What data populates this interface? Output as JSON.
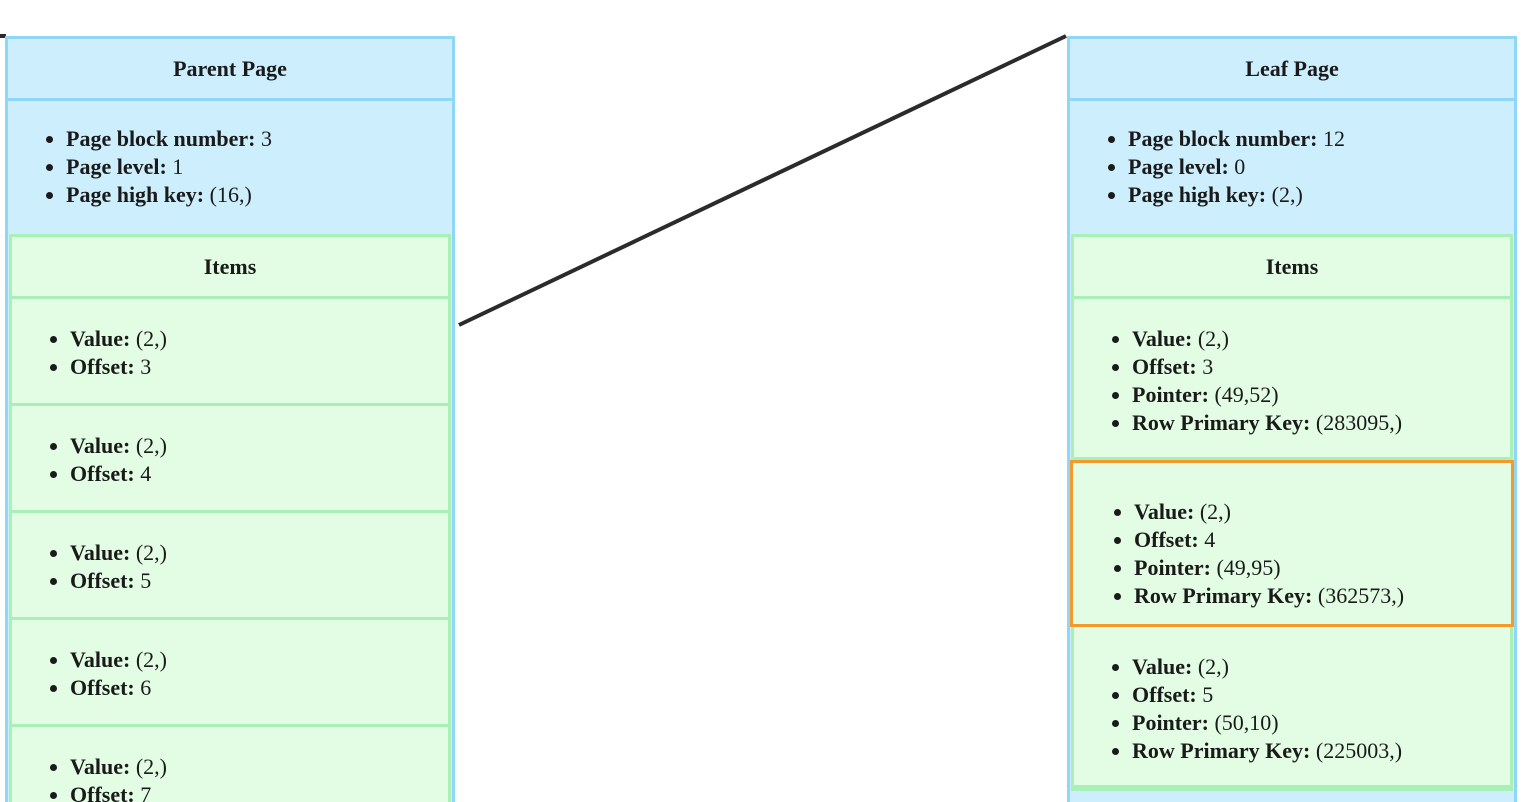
{
  "parent_page": {
    "title": "Parent Page",
    "meta": [
      {
        "label": "Page block number:",
        "value": " 3"
      },
      {
        "label": "Page level:",
        "value": " 1"
      },
      {
        "label": "Page high key:",
        "value": " (16,)"
      }
    ],
    "items_title": "Items",
    "items": [
      {
        "value_label": "Value:",
        "value": " (2,)",
        "offset_label": "Offset:",
        "offset": " 3"
      },
      {
        "value_label": "Value:",
        "value": " (2,)",
        "offset_label": "Offset:",
        "offset": " 4"
      },
      {
        "value_label": "Value:",
        "value": " (2,)",
        "offset_label": "Offset:",
        "offset": " 5"
      },
      {
        "value_label": "Value:",
        "value": " (2,)",
        "offset_label": "Offset:",
        "offset": " 6"
      },
      {
        "value_label": "Value:",
        "value": " (2,)",
        "offset_label": "Offset:",
        "offset": " 7"
      }
    ]
  },
  "leaf_page": {
    "title": "Leaf Page",
    "meta": [
      {
        "label": "Page block number:",
        "value": " 12"
      },
      {
        "label": "Page level:",
        "value": " 0"
      },
      {
        "label": "Page high key:",
        "value": " (2,)"
      }
    ],
    "items_title": "Items",
    "items": [
      {
        "value_label": "Value:",
        "value": " (2,)",
        "offset_label": "Offset:",
        "offset": " 3",
        "pointer_label": "Pointer:",
        "pointer": " (49,52)",
        "rpk_label": "Row Primary Key:",
        "rpk": " (283095,)"
      },
      {
        "value_label": "Value:",
        "value": " (2,)",
        "offset_label": "Offset:",
        "offset": " 4",
        "pointer_label": "Pointer:",
        "pointer": " (49,95)",
        "rpk_label": "Row Primary Key:",
        "rpk": " (362573,)",
        "selected": true
      },
      {
        "value_label": "Value:",
        "value": " (2,)",
        "offset_label": "Offset:",
        "offset": " 5",
        "pointer_label": "Pointer:",
        "pointer": " (50,10)",
        "rpk_label": "Row Primary Key:",
        "rpk": " (225003,)"
      }
    ]
  },
  "colors": {
    "page_bg": "#cdeefd",
    "page_border": "#8fd6f7",
    "items_bg": "#e3fde5",
    "items_border": "#a9f0b8",
    "selected_border": "#f39a2a",
    "connector": "#2b2b2b"
  }
}
